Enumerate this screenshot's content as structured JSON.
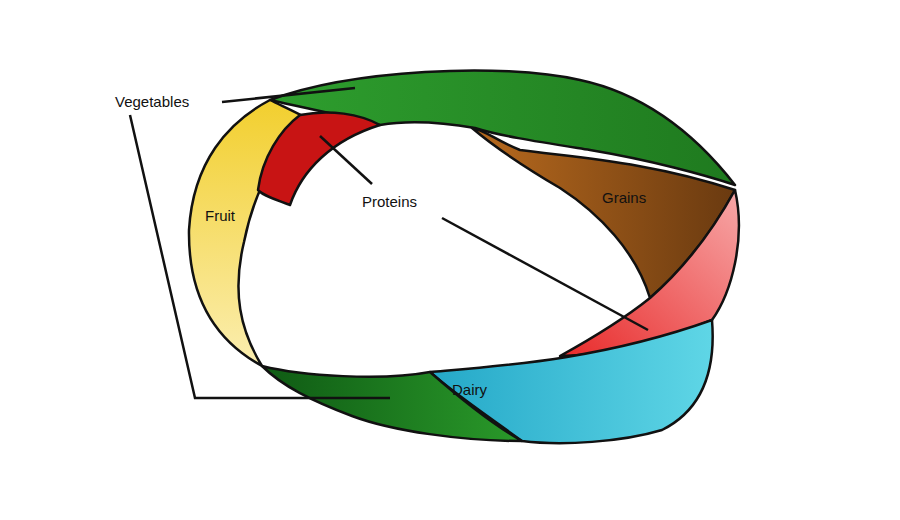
{
  "diagram": {
    "labels": [
      "Vegetables",
      "Proteins",
      "Fruit",
      "Grains",
      "Dairy"
    ]
  }
}
